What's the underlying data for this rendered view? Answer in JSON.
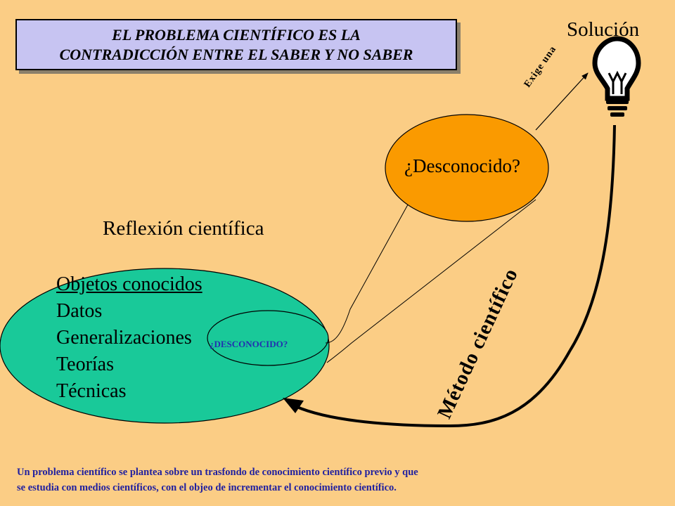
{
  "title": {
    "line1": "EL PROBLEMA CIENTÍFICO ES LA",
    "line2": "CONTRADICCIÓN ENTRE EL SABER Y NO SABER"
  },
  "solution_label": "Solución",
  "unknown_node_label": "¿Desconocido?",
  "reflection_label": "Reflexión científica",
  "known_objects": {
    "heading": "Objetos conocidos",
    "items": [
      "Datos",
      "Generalizaciones",
      "Teorías",
      "Técnicas"
    ]
  },
  "inner_unknown_label": "¿DESCONOCIDO?",
  "requires_label": "Exige una",
  "method_label": "Método científico",
  "footnote": {
    "line1": "Un problema científico se plantea sobre un trasfondo de conocimiento científico previo y que",
    "line2": "se estudia con medios científicos, con el objeo de incrementar el conocimiento científico."
  },
  "colors": {
    "background": "#fbcd85",
    "title_box": "#c7c4f2",
    "knowledge_ellipse": "#19c999",
    "unknown_ellipse": "#fa9a00",
    "footnote_text": "#1f1fa0",
    "inner_label_text": "#2230b0"
  },
  "icons": [
    "light-bulb-icon"
  ]
}
